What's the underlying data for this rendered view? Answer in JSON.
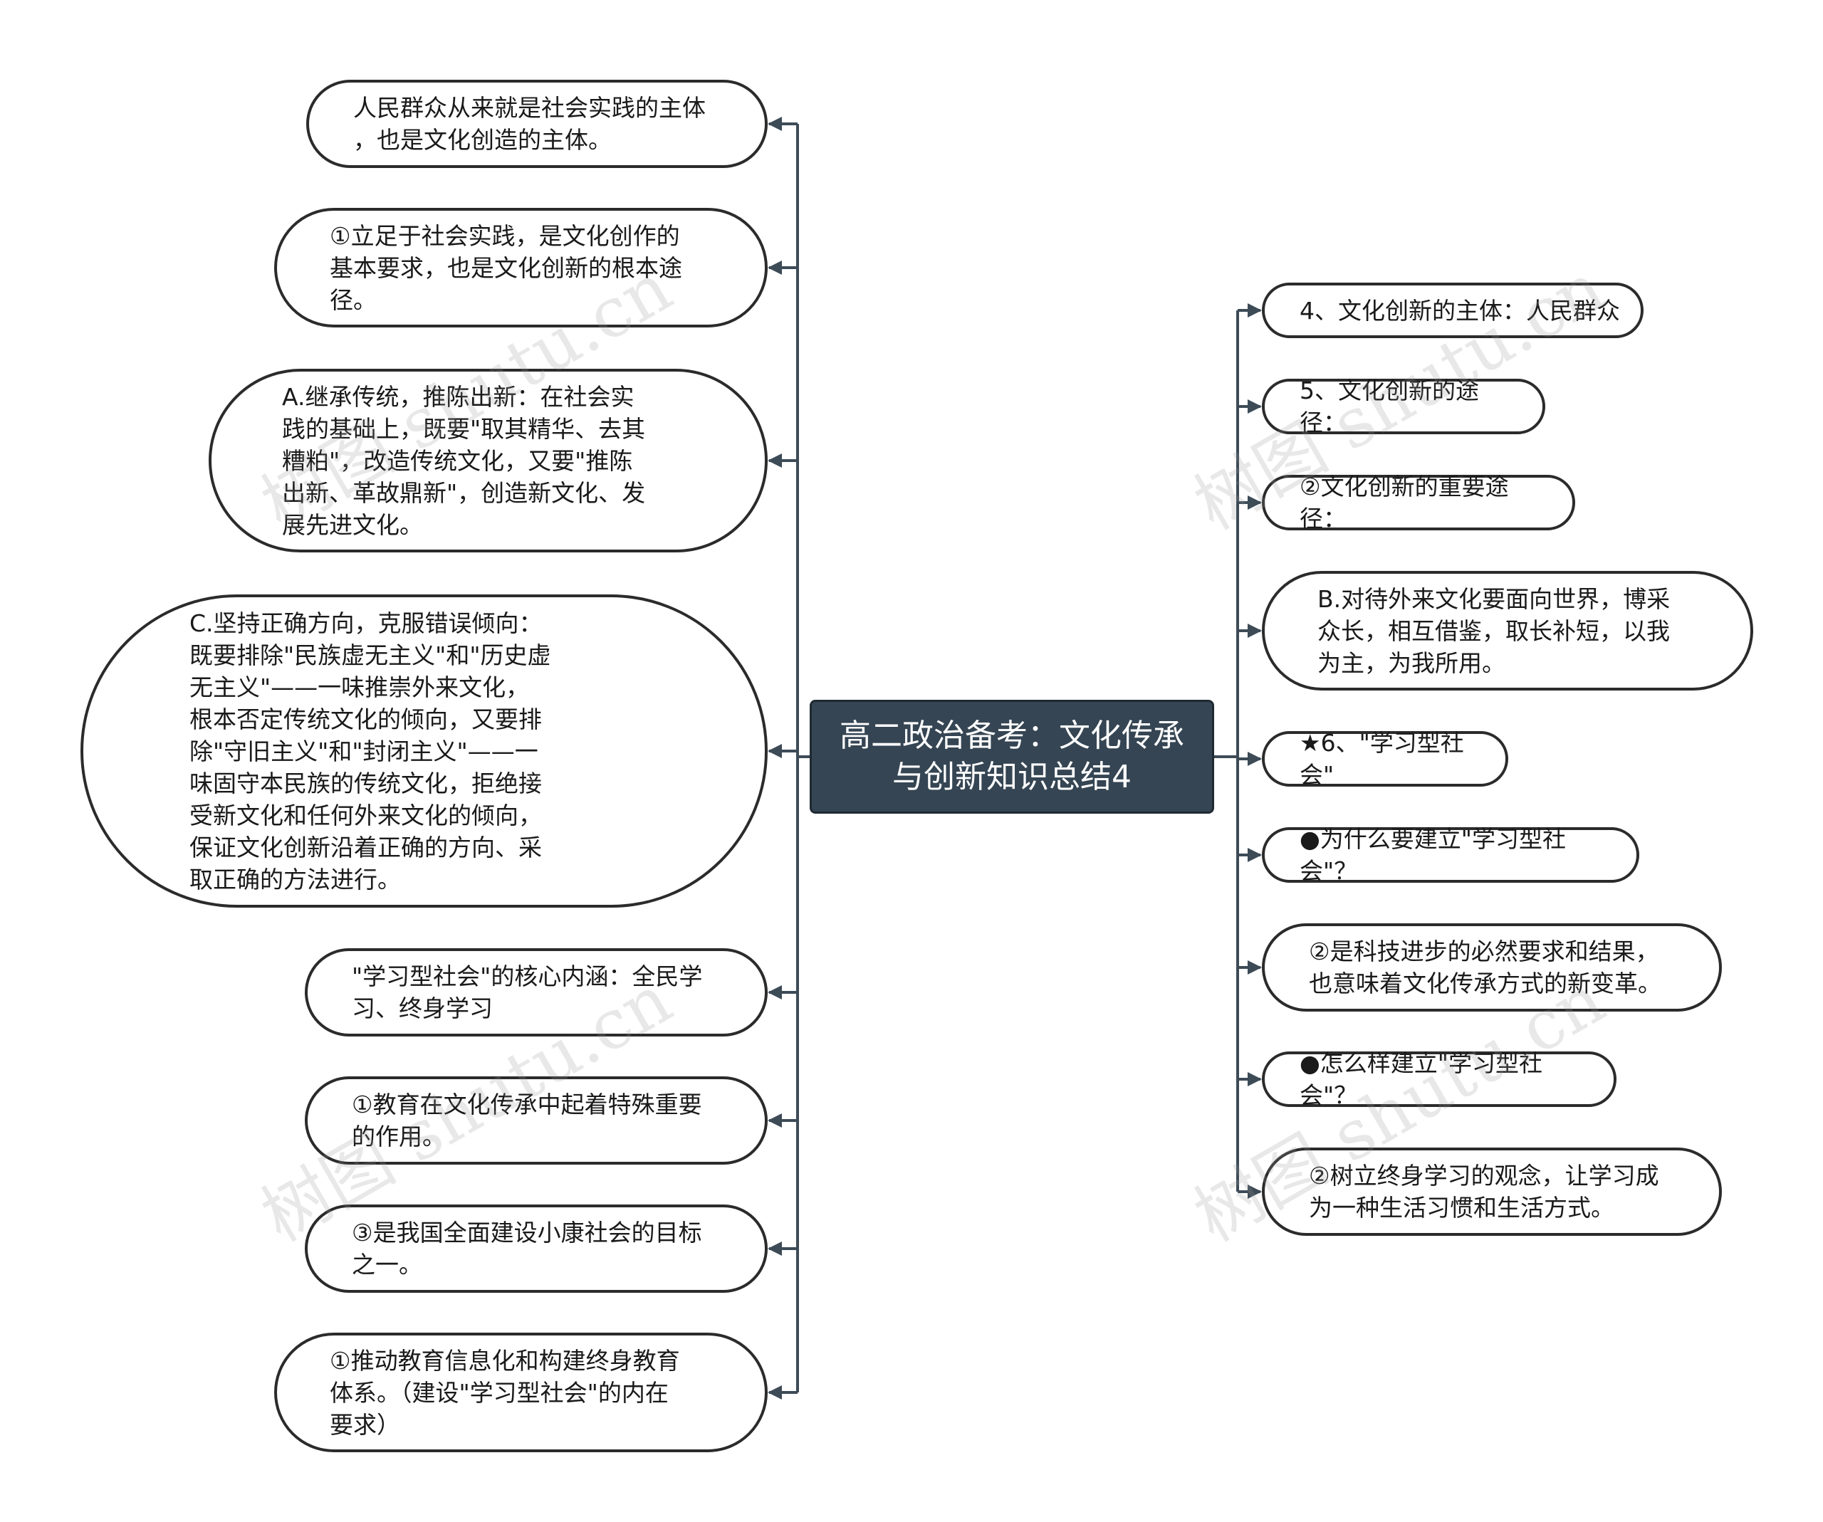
{
  "colors": {
    "root_bg": "#354553",
    "root_text": "#ffffff",
    "node_border": "#2b2b2b",
    "connector": "#3d4b57"
  },
  "root": {
    "text": "高二政治备考：文化传承\n与创新知识总结4"
  },
  "left_nodes": [
    {
      "text": "人民群众从来就是社会实践的主体\n，也是文化创造的主体。"
    },
    {
      "text": "①立足于社会实践，是文化创作的\n基本要求，也是文化创新的根本途\n径。"
    },
    {
      "text": "A.继承传统，推陈出新：在社会实\n践的基础上，既要\"取其精华、去其\n糟粕\"，改造传统文化，又要\"推陈\n出新、革故鼎新\"，创造新文化、发\n展先进文化。"
    },
    {
      "text": "C.坚持正确方向，克服错误倾向：\n既要排除\"民族虚无主义\"和\"历史虚\n无主义\"——一味推崇外来文化，\n根本否定传统文化的倾向，又要排\n除\"守旧主义\"和\"封闭主义\"——一\n味固守本民族的传统文化，拒绝接\n受新文化和任何外来文化的倾向，\n保证文化创新沿着正确的方向、采\n取正确的方法进行。"
    },
    {
      "text": "\"学习型社会\"的核心内涵：全民学\n习、终身学习"
    },
    {
      "text": "①教育在文化传承中起着特殊重要\n的作用。"
    },
    {
      "text": "③是我国全面建设小康社会的目标\n之一。"
    },
    {
      "text": "①推动教育信息化和构建终身教育\n体系。（建设\"学习型社会\"的内在\n要求）"
    }
  ],
  "right_nodes": [
    {
      "text": "4、文化创新的主体：人民群众"
    },
    {
      "text": "5、文化创新的途径："
    },
    {
      "text": "②文化创新的重要途径："
    },
    {
      "text": "B.对待外来文化要面向世界，博采\n众长，相互借鉴，取长补短，以我\n为主，为我所用。"
    },
    {
      "text": "★6、\"学习型社会\""
    },
    {
      "text": "●为什么要建立\"学习型社会\"？"
    },
    {
      "text": "②是科技进步的必然要求和结果，\n也意味着文化传承方式的新变革。"
    },
    {
      "text": "●怎么样建立\"学习型社会\"？"
    },
    {
      "text": "②树立终身学习的观念，让学习成\n为一种生活习惯和生活方式。"
    }
  ],
  "watermarks": [
    "树图 shutu.cn",
    "树图 shutu.cn",
    "树图 shutu.cn",
    "树图 shutu.cn"
  ]
}
